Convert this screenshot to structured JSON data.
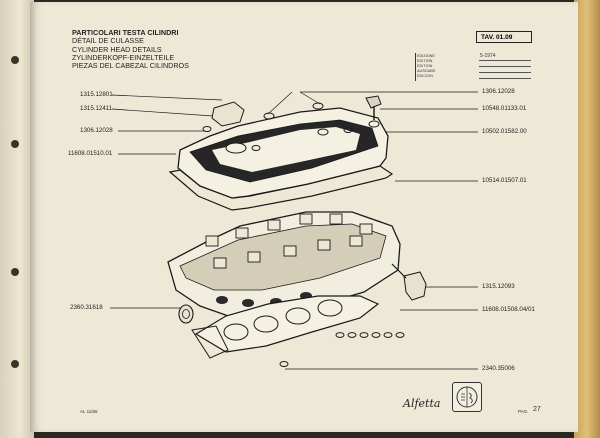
{
  "header": {
    "title_it": "PARTICOLARI TESTA CILINDRI",
    "title_fr": "DÉTAIL DE CULASSE",
    "title_en": "CYLINDER HEAD DETAILS",
    "title_de": "ZYLINDERKOPF-EINZELTEILE",
    "title_es": "PIEZAS DEL CABEZAL CILINDROS",
    "plate": "TAV. 01.09"
  },
  "revision": {
    "labels": [
      "EDIZIONE",
      "EDITION",
      "EDITION",
      "AUSGABE",
      "EDICION"
    ],
    "date": "5-1974"
  },
  "parts": [
    {
      "code": "1315.12801"
    },
    {
      "code": "1315.12411"
    },
    {
      "code": "1306.12028"
    },
    {
      "code": "11608.01510.01"
    },
    {
      "code": "2360.31618"
    },
    {
      "code": "1306.12028"
    },
    {
      "code": "10548.01133.01"
    },
    {
      "code": "10502.01582.00"
    },
    {
      "code": "10514.01507.01"
    },
    {
      "code": "1315.12093"
    },
    {
      "code": "11608.01508.04/01"
    },
    {
      "code": "2340.35006"
    }
  ],
  "footer": {
    "left_note": "AL 11/65",
    "brand": "Alfetta",
    "page_label": "PAG.",
    "page_number": "27"
  },
  "colors": {
    "paper": "#eee9d7",
    "ink": "#1d1d1d",
    "edge_gold": "#d6b46f"
  }
}
